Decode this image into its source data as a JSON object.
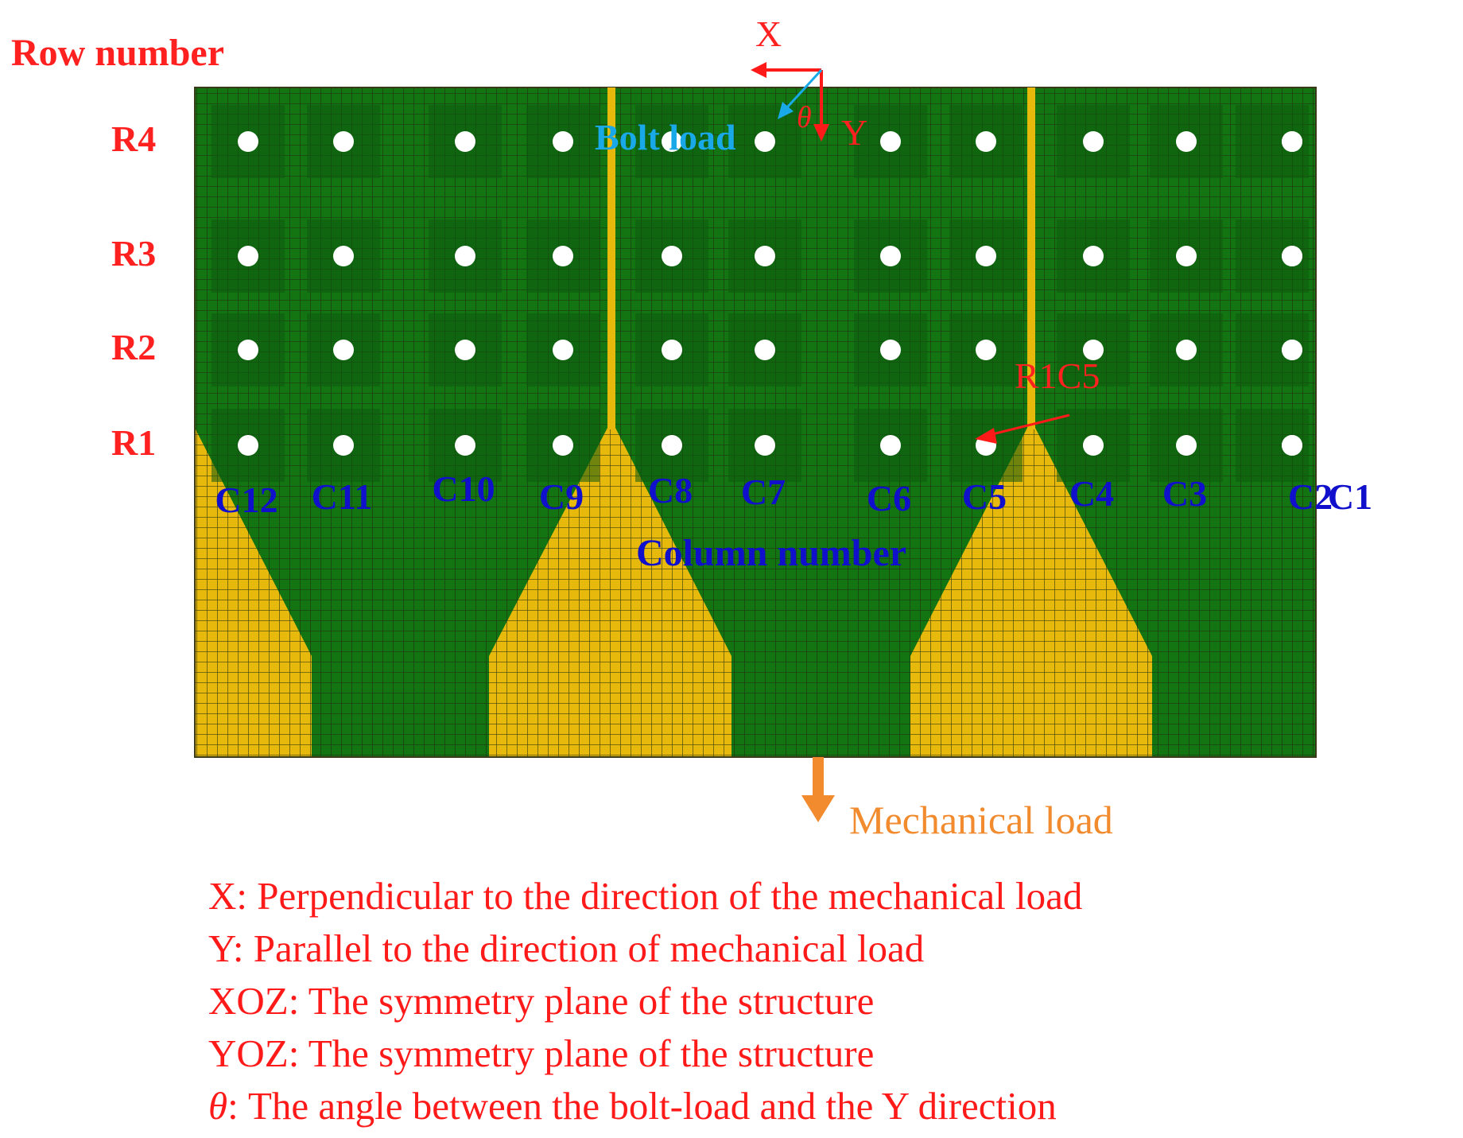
{
  "title": "Row number",
  "rows": [
    "R1",
    "R2",
    "R3",
    "R4"
  ],
  "columns": [
    "C1",
    "C2",
    "C3",
    "C4",
    "C5",
    "C6",
    "C7",
    "C8",
    "C9",
    "C10",
    "C11",
    "C12"
  ],
  "column_title": "Column number",
  "axes": {
    "x": "X",
    "y": "Y",
    "theta": "θ",
    "bolt_load": "Bolt load"
  },
  "callout": "R1C5",
  "load_label": "Mechanical load",
  "legend": [
    {
      "key": "X",
      "text": ": Perpendicular to the direction of the mechanical load"
    },
    {
      "key": "Y",
      "text": ": Parallel to the direction of mechanical load"
    },
    {
      "key": "XOZ",
      "text": ": The symmetry plane of the structure"
    },
    {
      "key": "YOZ",
      "text": ": The symmetry plane of the structure"
    },
    {
      "key": "θ",
      "text": ": The angle between the bolt-load and the Y direction"
    }
  ],
  "colors": {
    "green": "#137512",
    "yellow": "#e8b90d",
    "label_red": "#ff2020",
    "label_blue": "#1010cc",
    "load_orange": "#f28a2e",
    "bolt_cyan": "#19a8e8"
  }
}
